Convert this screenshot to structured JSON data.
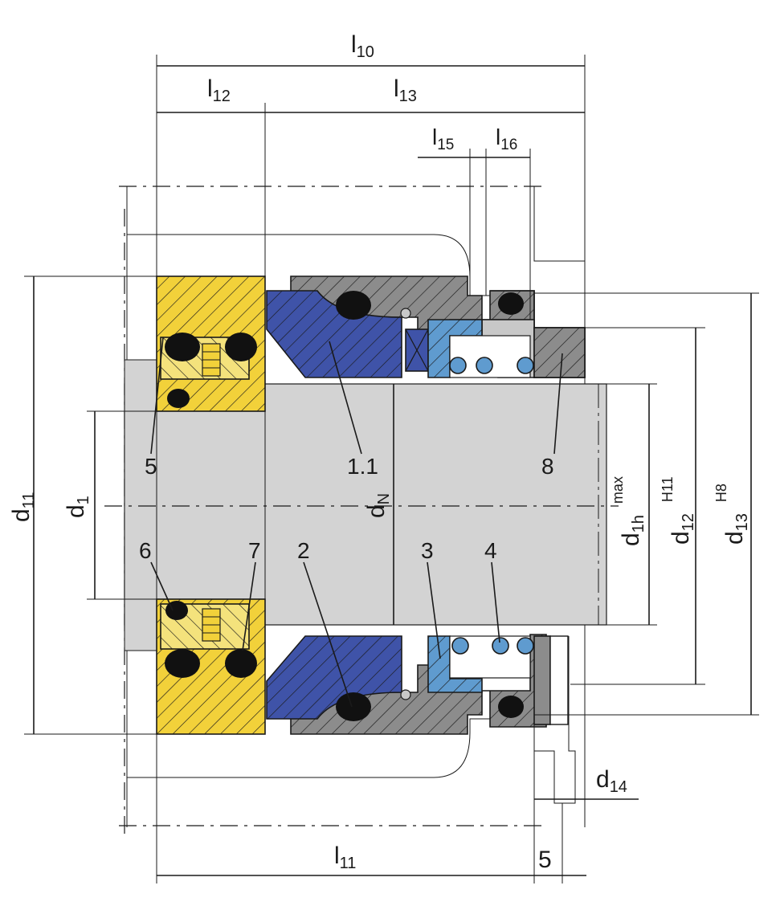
{
  "colors": {
    "shaft": "#d3d3d3",
    "yellow": "#f2d13a",
    "yellow_light": "#f4e27c",
    "blue_dark": "#3f53a8",
    "blue_light": "#5f9bcf",
    "gray_dark": "#8c8c8c",
    "gray_light": "#c8c8c8",
    "oring": "#111111",
    "line": "#1a1a1a"
  },
  "dimensions": {
    "l10": {
      "main": "l",
      "sub": "10"
    },
    "l12": {
      "main": "l",
      "sub": "12"
    },
    "l13": {
      "main": "l",
      "sub": "13"
    },
    "l15": {
      "main": "l",
      "sub": "15"
    },
    "l16": {
      "main": "l",
      "sub": "16"
    },
    "l11": {
      "main": "l",
      "sub": "11"
    },
    "five": "5",
    "d11": {
      "main": "d",
      "sub": "11"
    },
    "d1": {
      "main": "d",
      "sub": "1"
    },
    "dN": {
      "main": "d",
      "sub": "N"
    },
    "d1h": {
      "main": "d",
      "sub": "1h",
      "sup": "max"
    },
    "d12": {
      "main": "d",
      "sub": "12",
      "sup": "H11"
    },
    "d13": {
      "main": "d",
      "sub": "13",
      "sup": "H8"
    },
    "d14": {
      "main": "d",
      "sub": "14"
    }
  },
  "callouts": {
    "p5": "5",
    "p11": "1.1",
    "p8": "8",
    "p6": "6",
    "p7": "7",
    "p2": "2",
    "p3": "3",
    "p4": "4"
  }
}
